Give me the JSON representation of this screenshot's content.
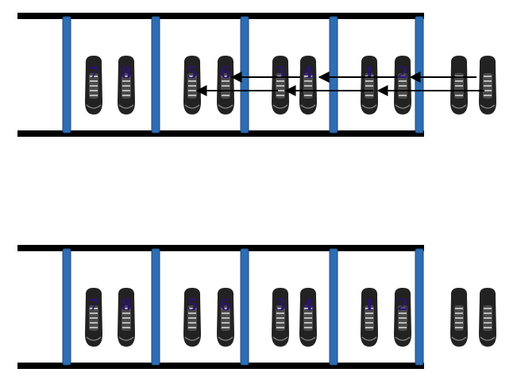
{
  "colors": {
    "rail": "#000000",
    "rung": "#2e6db3",
    "rung_edge": "#1c4a80",
    "shoe": "#222222",
    "lace": "#d9d9d9",
    "number": "#2a1470",
    "arrow": "#000000"
  },
  "icons": {
    "shoe": "shoe-icon",
    "arrow": "arrow-left-icon"
  },
  "diagrams": [
    {
      "id": "ladder-with-arrows",
      "footsteps": [
        {
          "label": "7"
        },
        {
          "label": "8"
        },
        {
          "label": "5"
        },
        {
          "label": "6"
        },
        {
          "label": "3"
        },
        {
          "label": "4"
        },
        {
          "label": "1"
        },
        {
          "label": "2"
        },
        {
          "label": ""
        },
        {
          "label": ""
        }
      ],
      "arrows": true
    },
    {
      "id": "ladder-plain",
      "footsteps": [
        {
          "label": "7"
        },
        {
          "label": "8"
        },
        {
          "label": "5"
        },
        {
          "label": "6"
        },
        {
          "label": "3"
        },
        {
          "label": "4"
        },
        {
          "label": "1"
        },
        {
          "label": "2"
        },
        {
          "label": ""
        },
        {
          "label": ""
        }
      ],
      "arrows": false
    }
  ]
}
